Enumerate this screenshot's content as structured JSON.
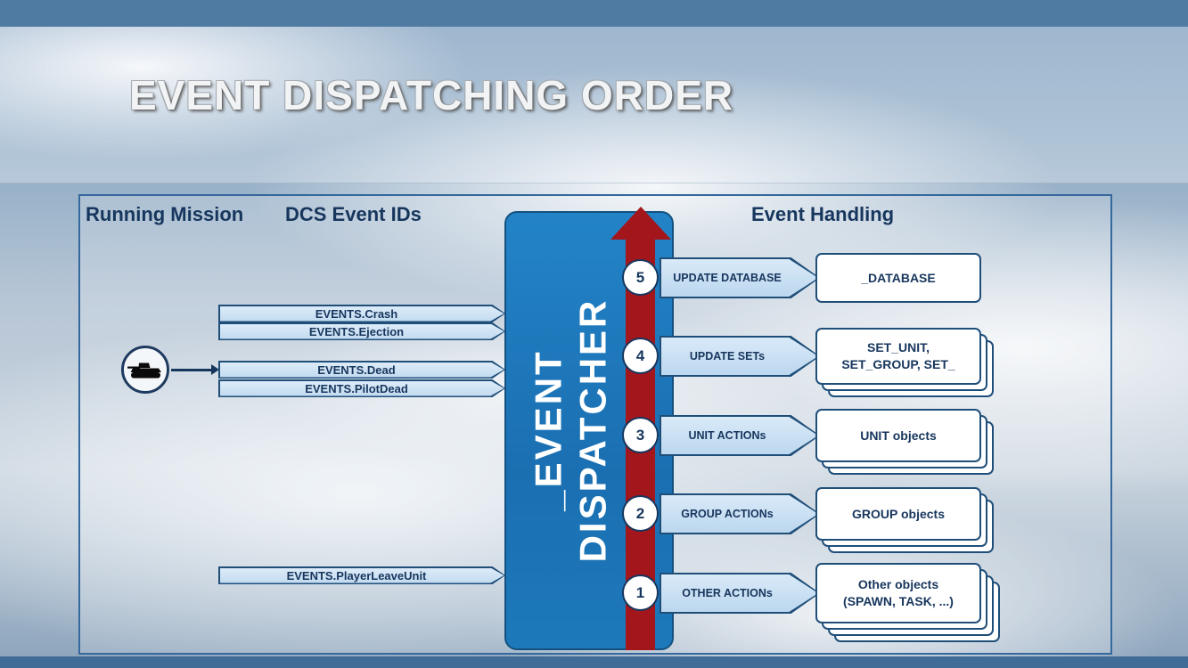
{
  "slide": {
    "title": "EVENT DISPATCHING ORDER"
  },
  "headers": {
    "running_mission": "Running Mission",
    "dcs_event_ids": "DCS Event IDs",
    "event_handling": "Event Handling"
  },
  "dispatcher": {
    "label": "_EVENT\nDISPATCHER"
  },
  "left_events": [
    {
      "label": "EVENTS.Crash"
    },
    {
      "label": "EVENTS.Ejection"
    },
    {
      "label": "EVENTS.Dead"
    },
    {
      "label": "EVENTS.PilotDead"
    },
    {
      "label": "EVENTS.PlayerLeaveUnit"
    }
  ],
  "rows": [
    {
      "number": "5",
      "action": "UPDATE DATABASE",
      "target": "_DATABASE"
    },
    {
      "number": "4",
      "action": "UPDATE SETs",
      "target": "SET_UNIT,\nSET_GROUP, SET_"
    },
    {
      "number": "3",
      "action": "UNIT ACTIONs",
      "target": "UNIT objects"
    },
    {
      "number": "2",
      "action": "GROUP ACTIONs",
      "target": "GROUP objects"
    },
    {
      "number": "1",
      "action": "OTHER ACTIONs",
      "target": "Other objects\n(SPAWN, TASK, ...)"
    }
  ],
  "icons": {
    "vehicle": "tank-silhouette"
  },
  "colors": {
    "dispatcher_blue": "#1b76ba",
    "arrow_red": "#a3161b",
    "dark_navy_text": "#17365d",
    "light_blue_fill": "#c2daf0",
    "box_border": "#1f4e79",
    "top_bar": "#4f7ba2",
    "bottom_bar": "#406c97"
  }
}
